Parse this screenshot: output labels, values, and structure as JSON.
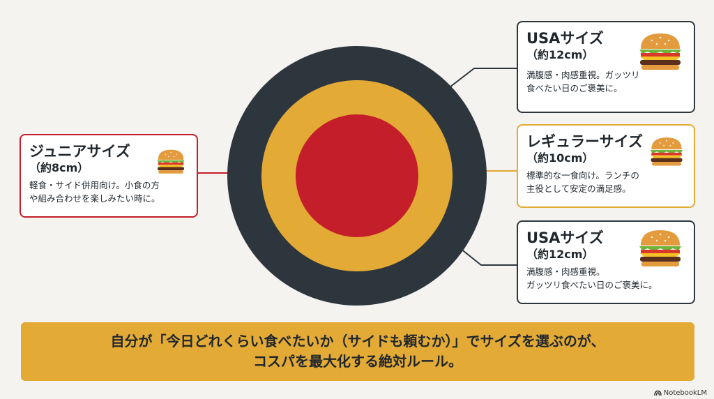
{
  "colors": {
    "outer_ring": "#2e363d",
    "middle_ring": "#e3aa35",
    "center": "#c41e2a",
    "usa_border": "#2e363d",
    "regular_border": "#e3aa35",
    "junior_border": "#c41e2a",
    "banner": "#e3aa35",
    "background": "#f4f3f0"
  },
  "cards": {
    "usa_top": {
      "title": "USAサイズ",
      "size": "（約12cm）",
      "desc": [
        "満腹感・肉感重視。ガッツリ",
        "食べたい日のご褒美に。"
      ],
      "icon": "burger-icon"
    },
    "regular": {
      "title": "レギュラーサイズ",
      "size": "（約10cm）",
      "desc": [
        "標準的な一食向け。ランチの",
        "主役として安定の満足感。"
      ],
      "icon": "burger-icon"
    },
    "usa_bottom": {
      "title": "USAサイズ",
      "size": "（約12cm）",
      "desc": [
        "満腹感・肉感重視。",
        "ガッツリ食べたい日のご褒美に。"
      ],
      "icon": "burger-icon"
    },
    "junior": {
      "title": "ジュニアサイズ",
      "size": "（約8cm）",
      "desc": [
        "軽食・サイド併用向け。小食の方",
        "や組み合わせを楽しみたい時に。"
      ],
      "icon": "burger-icon"
    }
  },
  "banner": {
    "line1": "自分が「今日どれくらい食べたいか（サイドも頼むか）」でサイズを選ぶのが、",
    "line2": "コスパを最大化する絶対ルール。"
  },
  "watermark": "NotebookLM"
}
